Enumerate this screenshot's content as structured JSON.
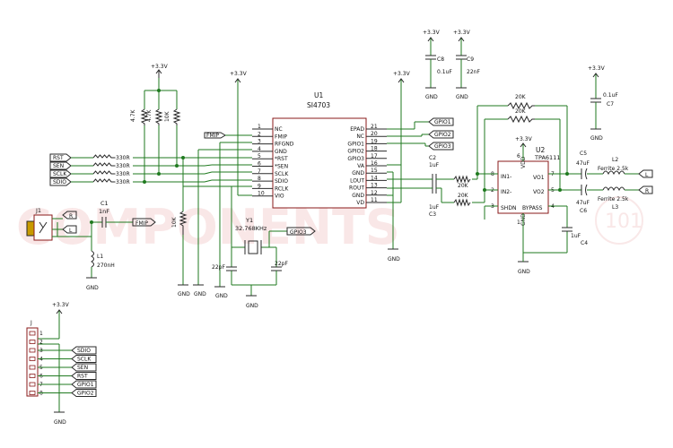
{
  "watermark": "COMPONENTS",
  "watermark_suffix": "101",
  "u1": {
    "ref": "U1",
    "part": "SI4703",
    "left_pins": [
      {
        "num": "1",
        "name": "NC"
      },
      {
        "num": "2",
        "name": "FMIP"
      },
      {
        "num": "3",
        "name": "RFGND"
      },
      {
        "num": "4",
        "name": "GND"
      },
      {
        "num": "5",
        "name": "*RST"
      },
      {
        "num": "6",
        "name": "*SEN"
      },
      {
        "num": "7",
        "name": "SCLK"
      },
      {
        "num": "8",
        "name": "SDIO"
      },
      {
        "num": "9",
        "name": "RCLK"
      },
      {
        "num": "10",
        "name": "VIO"
      }
    ],
    "right_pins": [
      {
        "num": "21",
        "name": "EPAD"
      },
      {
        "num": "20",
        "name": "NC"
      },
      {
        "num": "19",
        "name": "GPIO1"
      },
      {
        "num": "18",
        "name": "GPIO2"
      },
      {
        "num": "17",
        "name": "GPIO3"
      },
      {
        "num": "16",
        "name": "VA"
      },
      {
        "num": "15",
        "name": "GND"
      },
      {
        "num": "14",
        "name": "LOUT"
      },
      {
        "num": "13",
        "name": "ROUT"
      },
      {
        "num": "12",
        "name": "GND"
      },
      {
        "num": "11",
        "name": "VD"
      }
    ]
  },
  "u2": {
    "ref": "U2",
    "part": "TPA6111",
    "pin_vdd": "VDD",
    "pin_gnd": "GND",
    "pin_in1": "IN1-",
    "pin_in2": "IN2-",
    "pin_shdn": "SHDN",
    "pin_bypass": "BYPASS",
    "pin_vo1": "VO1",
    "pin_vo2": "VO2",
    "num_in1": "8",
    "num_in2": "2",
    "num_shdn": "3",
    "num_bypass": "4",
    "num_vo1": "7",
    "num_vo2": "5",
    "num_vdd": "6",
    "num_gnd": "1"
  },
  "power": {
    "v33": "+3.3V",
    "gnd": "GND"
  },
  "input_labels": [
    "RST",
    "SEN",
    "SCLK",
    "SDIO"
  ],
  "gpio_labels": [
    "GPIO1",
    "GPIO2",
    "GPIO3"
  ],
  "series_resistors": [
    "330R",
    "330R",
    "330R",
    "330R"
  ],
  "pullups": [
    "4.7K",
    "4.7K",
    "10K"
  ],
  "r_vio": "10K",
  "fmip": "FMIP",
  "j1": {
    "ref": "J1",
    "r": "R",
    "l": "L"
  },
  "c1": {
    "ref": "C1",
    "value": "1nF"
  },
  "l1": {
    "ref": "L1",
    "value": "270nH"
  },
  "y1": {
    "ref": "Y1",
    "value": "32.768KHz",
    "net": "GPIO3",
    "cap_left": "22pF",
    "cap_right": "22pF"
  },
  "c8": {
    "ref": "C8",
    "value": "0.1uF"
  },
  "c9": {
    "ref": "C9",
    "value": "22nF"
  },
  "c7": {
    "ref": "C7",
    "value": "0.1uF"
  },
  "c2": {
    "ref": "C2",
    "value": "1uF"
  },
  "c3": {
    "ref": "C3",
    "value": "1uF"
  },
  "c4": {
    "ref": "C4",
    "value": "1uF"
  },
  "c5": {
    "ref": "C5",
    "value": "47uF"
  },
  "c6": {
    "ref": "C6",
    "value": "47uF"
  },
  "r_in1": "20K",
  "r_in2": "20K",
  "r_fb1": "20K",
  "r_fb2": "20K",
  "l2": {
    "ref": "L2",
    "value": "Ferrite 2.5k"
  },
  "l3": {
    "ref": "L3",
    "value": "Ferrite 2.5k"
  },
  "out_l": "L",
  "out_r": "R",
  "header": {
    "ref": "J",
    "pins": [
      "1",
      "2",
      "3",
      "4",
      "5",
      "6",
      "7",
      "8"
    ],
    "nets": [
      "SDIO",
      "SCLK",
      "SEN",
      "RST",
      "GPIO1",
      "GPIO2"
    ]
  }
}
